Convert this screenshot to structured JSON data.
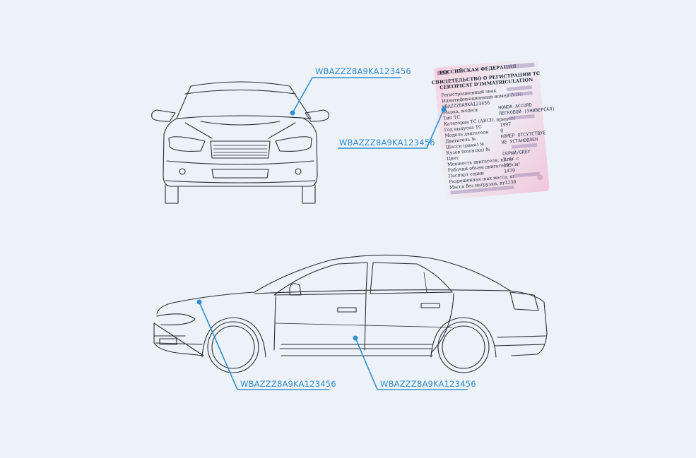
{
  "vin_labels": {
    "front_windshield": "WBAZZZ8A9KA123456",
    "registration_document": "WBAZZZ8A9KA123456",
    "side_hood": "WBAZZZ8A9KA123456",
    "side_door": "WBAZZZ8A9KA123456"
  },
  "registration_document": {
    "country": "РОССИЙСКАЯ ФЕДЕРАЦИЯ",
    "title_ru": "СВИДЕТЕЛЬСТВО О РЕГИСТРАЦИИ ТС",
    "title_fr": "CERTIFICAT D'IMMATRICULATION",
    "rows": [
      {
        "label": "Регистрационный знак",
        "value": ""
      },
      {
        "label": "Идентификационный номер (VIN)",
        "value": ""
      },
      {
        "label": "",
        "value": "WBAZZZ8A9KA123456"
      },
      {
        "label": "Марка, модель",
        "value": "HONDA ACCORD"
      },
      {
        "label": "Тип ТС",
        "value": "ЛЕГКОВОЙ (УНИВЕРСАЛ)"
      },
      {
        "label": "Категория ТС (ABCD, прицеп)",
        "value": ""
      },
      {
        "label": "Год выпуска ТС",
        "value": "1997"
      },
      {
        "label": "Модель двигателя",
        "value": "0"
      },
      {
        "label": "Двигатель №",
        "value": "НОМЕР ОТСУТСТВУЕ"
      },
      {
        "label": "Шасси (рама) №",
        "value": "НЕ УСТАНОВЛЕН"
      },
      {
        "label": "Кузов (коляска) №",
        "value": ""
      },
      {
        "label": "Цвет",
        "value": "СЕРЫЙ/GREY"
      },
      {
        "label": "Мощность двигателя, кВт/л. с",
        "value": "1.4/"
      },
      {
        "label": "Рабочий объем двигателя, см³",
        "value": "199"
      },
      {
        "label": "Паспорт серии",
        "value": "1470"
      },
      {
        "label": "Разрешенная max масса, кг",
        "value": ""
      },
      {
        "label": "Масса без нагрузки, кг",
        "value": "1230"
      }
    ]
  },
  "colors": {
    "background": "#edf1f8",
    "accent": "#2f8fd0",
    "line_art": "#2a2d33"
  }
}
